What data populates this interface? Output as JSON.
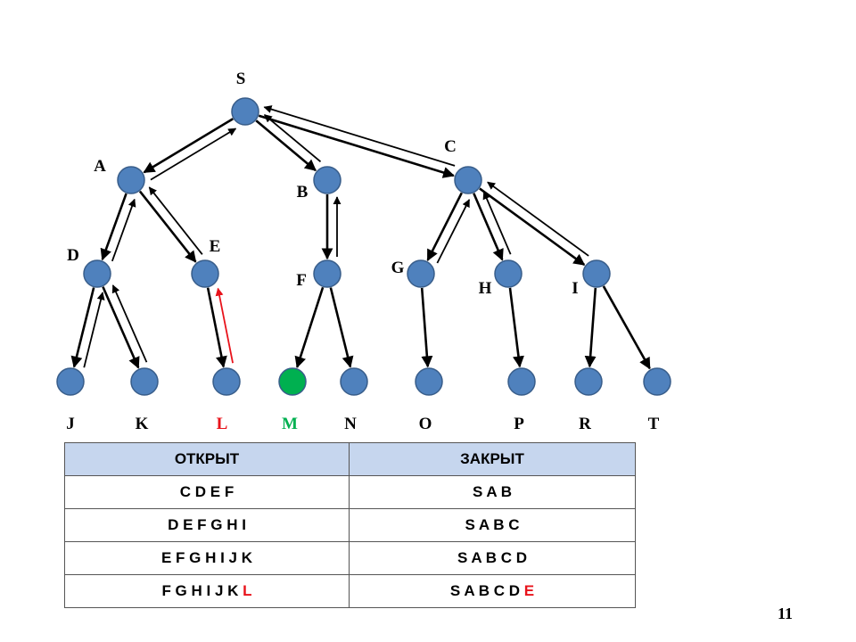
{
  "diagram": {
    "nodes": [
      {
        "id": "S",
        "label": "S",
        "style": "normal"
      },
      {
        "id": "A",
        "label": "A",
        "style": "normal"
      },
      {
        "id": "B",
        "label": "B",
        "style": "normal"
      },
      {
        "id": "C",
        "label": "C",
        "style": "normal"
      },
      {
        "id": "D",
        "label": "D",
        "style": "normal"
      },
      {
        "id": "E",
        "label": "E",
        "style": "normal"
      },
      {
        "id": "F",
        "label": "F",
        "style": "normal"
      },
      {
        "id": "G",
        "label": "G",
        "style": "normal"
      },
      {
        "id": "H",
        "label": "H",
        "style": "normal"
      },
      {
        "id": "I",
        "label": "I",
        "style": "normal"
      },
      {
        "id": "J",
        "label": "J",
        "style": "normal"
      },
      {
        "id": "K",
        "label": "K",
        "style": "normal"
      },
      {
        "id": "L",
        "label": "L",
        "style": "red"
      },
      {
        "id": "M",
        "label": "M",
        "style": "goal"
      },
      {
        "id": "N",
        "label": "N",
        "style": "normal"
      },
      {
        "id": "O",
        "label": "O",
        "style": "normal"
      },
      {
        "id": "P",
        "label": "P",
        "style": "normal"
      },
      {
        "id": "R",
        "label": "R",
        "style": "normal"
      },
      {
        "id": "T",
        "label": "T",
        "style": "normal"
      }
    ],
    "edges": [
      {
        "from": "S",
        "to": "A"
      },
      {
        "from": "S",
        "to": "B"
      },
      {
        "from": "S",
        "to": "C"
      },
      {
        "from": "A",
        "to": "D"
      },
      {
        "from": "A",
        "to": "E"
      },
      {
        "from": "B",
        "to": "F"
      },
      {
        "from": "C",
        "to": "G"
      },
      {
        "from": "C",
        "to": "H"
      },
      {
        "from": "C",
        "to": "I"
      },
      {
        "from": "D",
        "to": "J"
      },
      {
        "from": "D",
        "to": "K"
      },
      {
        "from": "E",
        "to": "L"
      },
      {
        "from": "F",
        "to": "M"
      },
      {
        "from": "F",
        "to": "N"
      },
      {
        "from": "G",
        "to": "O"
      },
      {
        "from": "H",
        "to": "P"
      },
      {
        "from": "I",
        "to": "R"
      },
      {
        "from": "I",
        "to": "T"
      }
    ],
    "traversal_arrows": [
      {
        "from": "A",
        "to": "S",
        "style": "black"
      },
      {
        "from": "B",
        "to": "S",
        "style": "black"
      },
      {
        "from": "C",
        "to": "S",
        "style": "black"
      },
      {
        "from": "D",
        "to": "A",
        "style": "black"
      },
      {
        "from": "E",
        "to": "A",
        "style": "black"
      },
      {
        "from": "F",
        "to": "B",
        "style": "black"
      },
      {
        "from": "G",
        "to": "C",
        "style": "black"
      },
      {
        "from": "H",
        "to": "C",
        "style": "black"
      },
      {
        "from": "I",
        "to": "C",
        "style": "black"
      },
      {
        "from": "J",
        "to": "D",
        "style": "black"
      },
      {
        "from": "K",
        "to": "D",
        "style": "black"
      },
      {
        "from": "L",
        "to": "E",
        "style": "red"
      }
    ],
    "colors": {
      "node_fill": "#4f81bd",
      "node_stroke": "#385d8a",
      "goal_fill": "#00b050",
      "edge": "#000000",
      "highlight": "#e8131b",
      "goal_text": "#00b050",
      "table_header_bg": "#c6d6ee"
    }
  },
  "table": {
    "headers": [
      "ОТКРЫТ",
      "ЗАКРЫТ"
    ],
    "rows": [
      {
        "open": "C D E F",
        "open_highlight": "",
        "closed": "S A B",
        "closed_highlight": ""
      },
      {
        "open": "D E F G H I",
        "open_highlight": "",
        "closed": "S A B C",
        "closed_highlight": ""
      },
      {
        "open": "E F G H I J K",
        "open_highlight": "",
        "closed": "S A B C D",
        "closed_highlight": ""
      },
      {
        "open": "F G H I J K",
        "open_highlight": "L",
        "closed": "S A B C D",
        "closed_highlight": "E"
      }
    ]
  },
  "page_number": "11"
}
